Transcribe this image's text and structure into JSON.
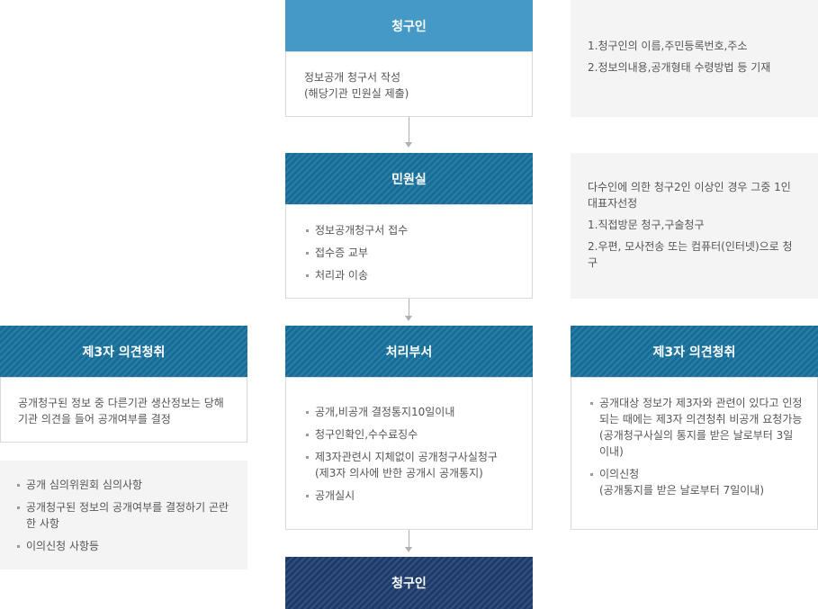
{
  "center": {
    "step1": {
      "header": "청구인",
      "lines": [
        "정보공개 청구서 작성",
        "(해당기관 민원실 제출)"
      ]
    },
    "step2": {
      "header": "민원실",
      "items": [
        "정보공개청구서 접수",
        "접수증 교부",
        "처리과 이송"
      ]
    },
    "step3": {
      "header": "처리부서",
      "items": [
        {
          "text": "공개,비공개 결정통지10일이내",
          "sub": ""
        },
        {
          "text": "청구인확인,수수료징수",
          "sub": ""
        },
        {
          "text": "제3자관련시 지체없이 공개청구사실청구",
          "sub": "(제3자 의사에 반한 공개시 공개통지)"
        },
        {
          "text": "공개실시",
          "sub": ""
        }
      ]
    },
    "step4": {
      "header": "청구인"
    }
  },
  "right": {
    "note1": [
      "1.청구인의 이름,주민등록번호,주소",
      "2.정보의내용,공개형태 수령방법 등 기재"
    ],
    "note2": [
      "다수인에 의한 청구2인 이상인 경우 그중 1인 대표자선정",
      "1.직접방문 청구,구술청구",
      "2.우편, 모사전송 또는 컴퓨터(인터넷)으로 청구"
    ],
    "third_party": {
      "header": "제3자 의견청취",
      "items": [
        {
          "text": "공개대상 정보가 제3자와 관련이 있다고 인정되는 때에는 제3자 의견청취 비공개 요청가능",
          "sub": "(공개청구사실의 통지를 받은 날로부터 3일이내)"
        },
        {
          "text": "이의신청",
          "sub": "(공개통지를 받은 날로부터 7일이내)"
        }
      ]
    }
  },
  "left": {
    "third_party": {
      "header": "제3자 의견청취",
      "text": "공개청구된 정보 중 다른기관 생산정보는 당해기관 의견을 들어 공개여부를 결정"
    },
    "committee": {
      "items": [
        "공개 심의위원회 심의사항",
        "공개청구된 정보의 공개여부를 결정하기 곤란한 사항",
        "이의신청 사항등"
      ]
    }
  },
  "colors": {
    "header_light": "#4499c6",
    "header_teal": "#156e99",
    "header_navy": "#1c3b6b",
    "note_bg": "#f4f4f4",
    "arrow": "#b0b0b0"
  }
}
